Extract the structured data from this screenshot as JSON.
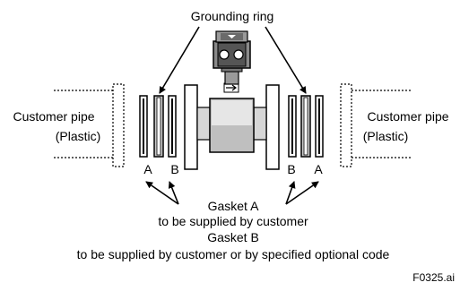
{
  "labels": {
    "grounding_ring": "Grounding ring",
    "customer_pipe_left_line1": "Customer pipe",
    "customer_pipe_left_line2": "(Plastic)",
    "customer_pipe_right_line1": "Customer pipe",
    "customer_pipe_right_line2": "(Plastic)",
    "gasket_a_left": "A",
    "gasket_b_left": "B",
    "gasket_b_right": "B",
    "gasket_a_right": "A",
    "gasket_a_title": "Gasket A",
    "gasket_a_desc": "to be supplied by customer",
    "gasket_b_title": "Gasket B",
    "gasket_b_desc": "to be supplied by customer or by specified optional code",
    "figure_id": "F0325.ai"
  },
  "colors": {
    "line": "#000000",
    "body_gray": "#bfbfbf",
    "dark_gray": "#555555",
    "ring_gray": "#c8c8c8"
  }
}
